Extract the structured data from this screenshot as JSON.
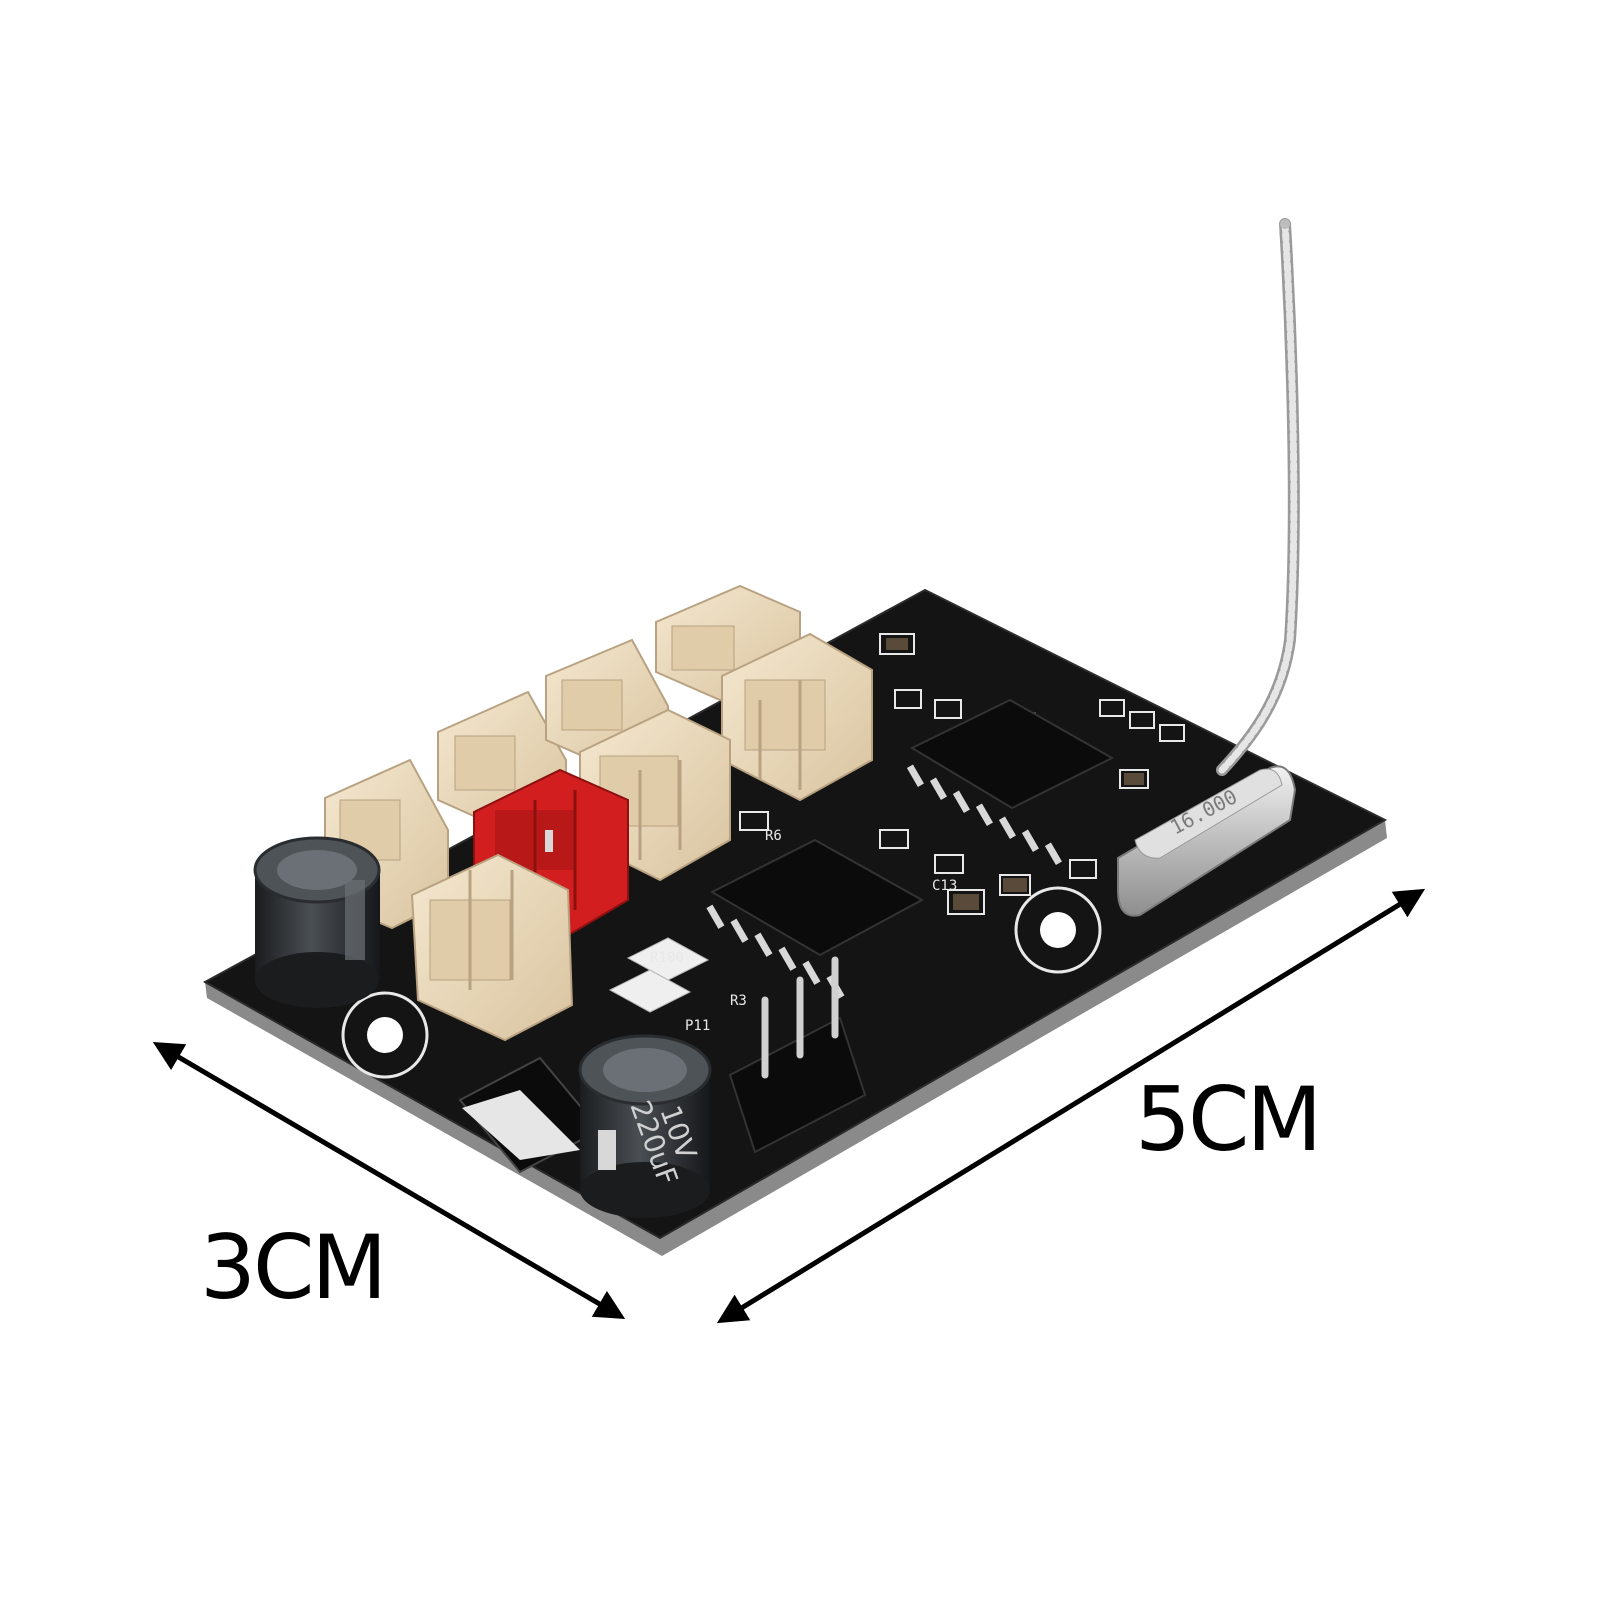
{
  "product_photo": {
    "subject": "RC receiver circuit board with antenna wire",
    "colors": {
      "board": "#141414",
      "silkscreen": "#e8e8e8",
      "connector": "#ecdcc0",
      "connector_red": "#d21e1e",
      "capacitor": "#2a2d30",
      "crystal": "#c8c8c8",
      "antenna": "#d8d8d8"
    }
  },
  "dimensions": {
    "width_label": "3CM",
    "length_label": "5CM",
    "arrow_color": "#000000"
  },
  "board_markings": {
    "capacitor_rating_voltage": "10V",
    "capacitor_rating_value": "220uF",
    "header_label": "P11",
    "resistor_code": "R100",
    "crystal_marking": "16.000"
  }
}
